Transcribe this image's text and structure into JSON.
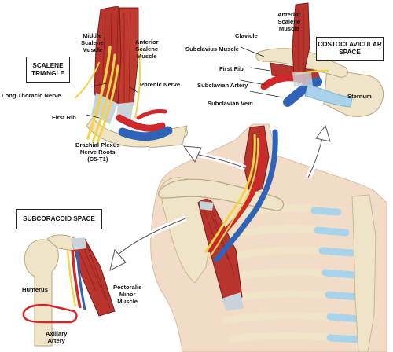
{
  "panels": {
    "scalene_triangle": {
      "title_line1": "SCALENE",
      "title_line2": "TRIANGLE",
      "labels": {
        "middle_scalene_1": "Middle",
        "middle_scalene_2": "Scalene",
        "middle_scalene_3": "Muscle",
        "anterior_scalene_1": "Anterior",
        "anterior_scalene_2": "Scalene",
        "anterior_scalene_3": "Muscle",
        "phrenic_nerve": "Phrenic Nerve",
        "long_thoracic_nerve": "Long Thoracic Nerve",
        "first_rib": "First Rib",
        "brachial_plexus_1": "Brachial Plexus",
        "brachial_plexus_2": "Nerve Roots",
        "brachial_plexus_3": "(C5-T1)"
      }
    },
    "costoclavicular_space": {
      "title_line1": "COSTOCLAVICULAR",
      "title_line2": "SPACE",
      "labels": {
        "anterior_scalene_1": "Anterior",
        "anterior_scalene_2": "Scalene",
        "anterior_scalene_3": "Muscle",
        "clavicle": "Clavicle",
        "subclavius_muscle": "Subclavius Muscle",
        "first_rib": "First Rib",
        "subclavian_artery": "Subclavian Artery",
        "subclavian_vein": "Subclavian Vein",
        "sternum": "Sternum"
      }
    },
    "subcoracoid_space": {
      "title": "SUBCORACOID SPACE",
      "labels": {
        "humerus": "Humerus",
        "pectoralis_minor_1": "Pectoralis",
        "pectoralis_minor_2": "Minor",
        "pectoralis_minor_3": "Muscle",
        "axillary_artery_1": "Axillary",
        "axillary_artery_2": "Artery"
      }
    }
  },
  "colors": {
    "muscle": "#b8342c",
    "muscle_dark": "#7a1f1a",
    "artery": "#d0282a",
    "vein": "#2f63b8",
    "nerve": "#f2d34a",
    "bone": "#f1e7cc",
    "cartilage": "#a9d3ea",
    "skin": "#f2dcc8",
    "tendon": "#c9d3da"
  }
}
